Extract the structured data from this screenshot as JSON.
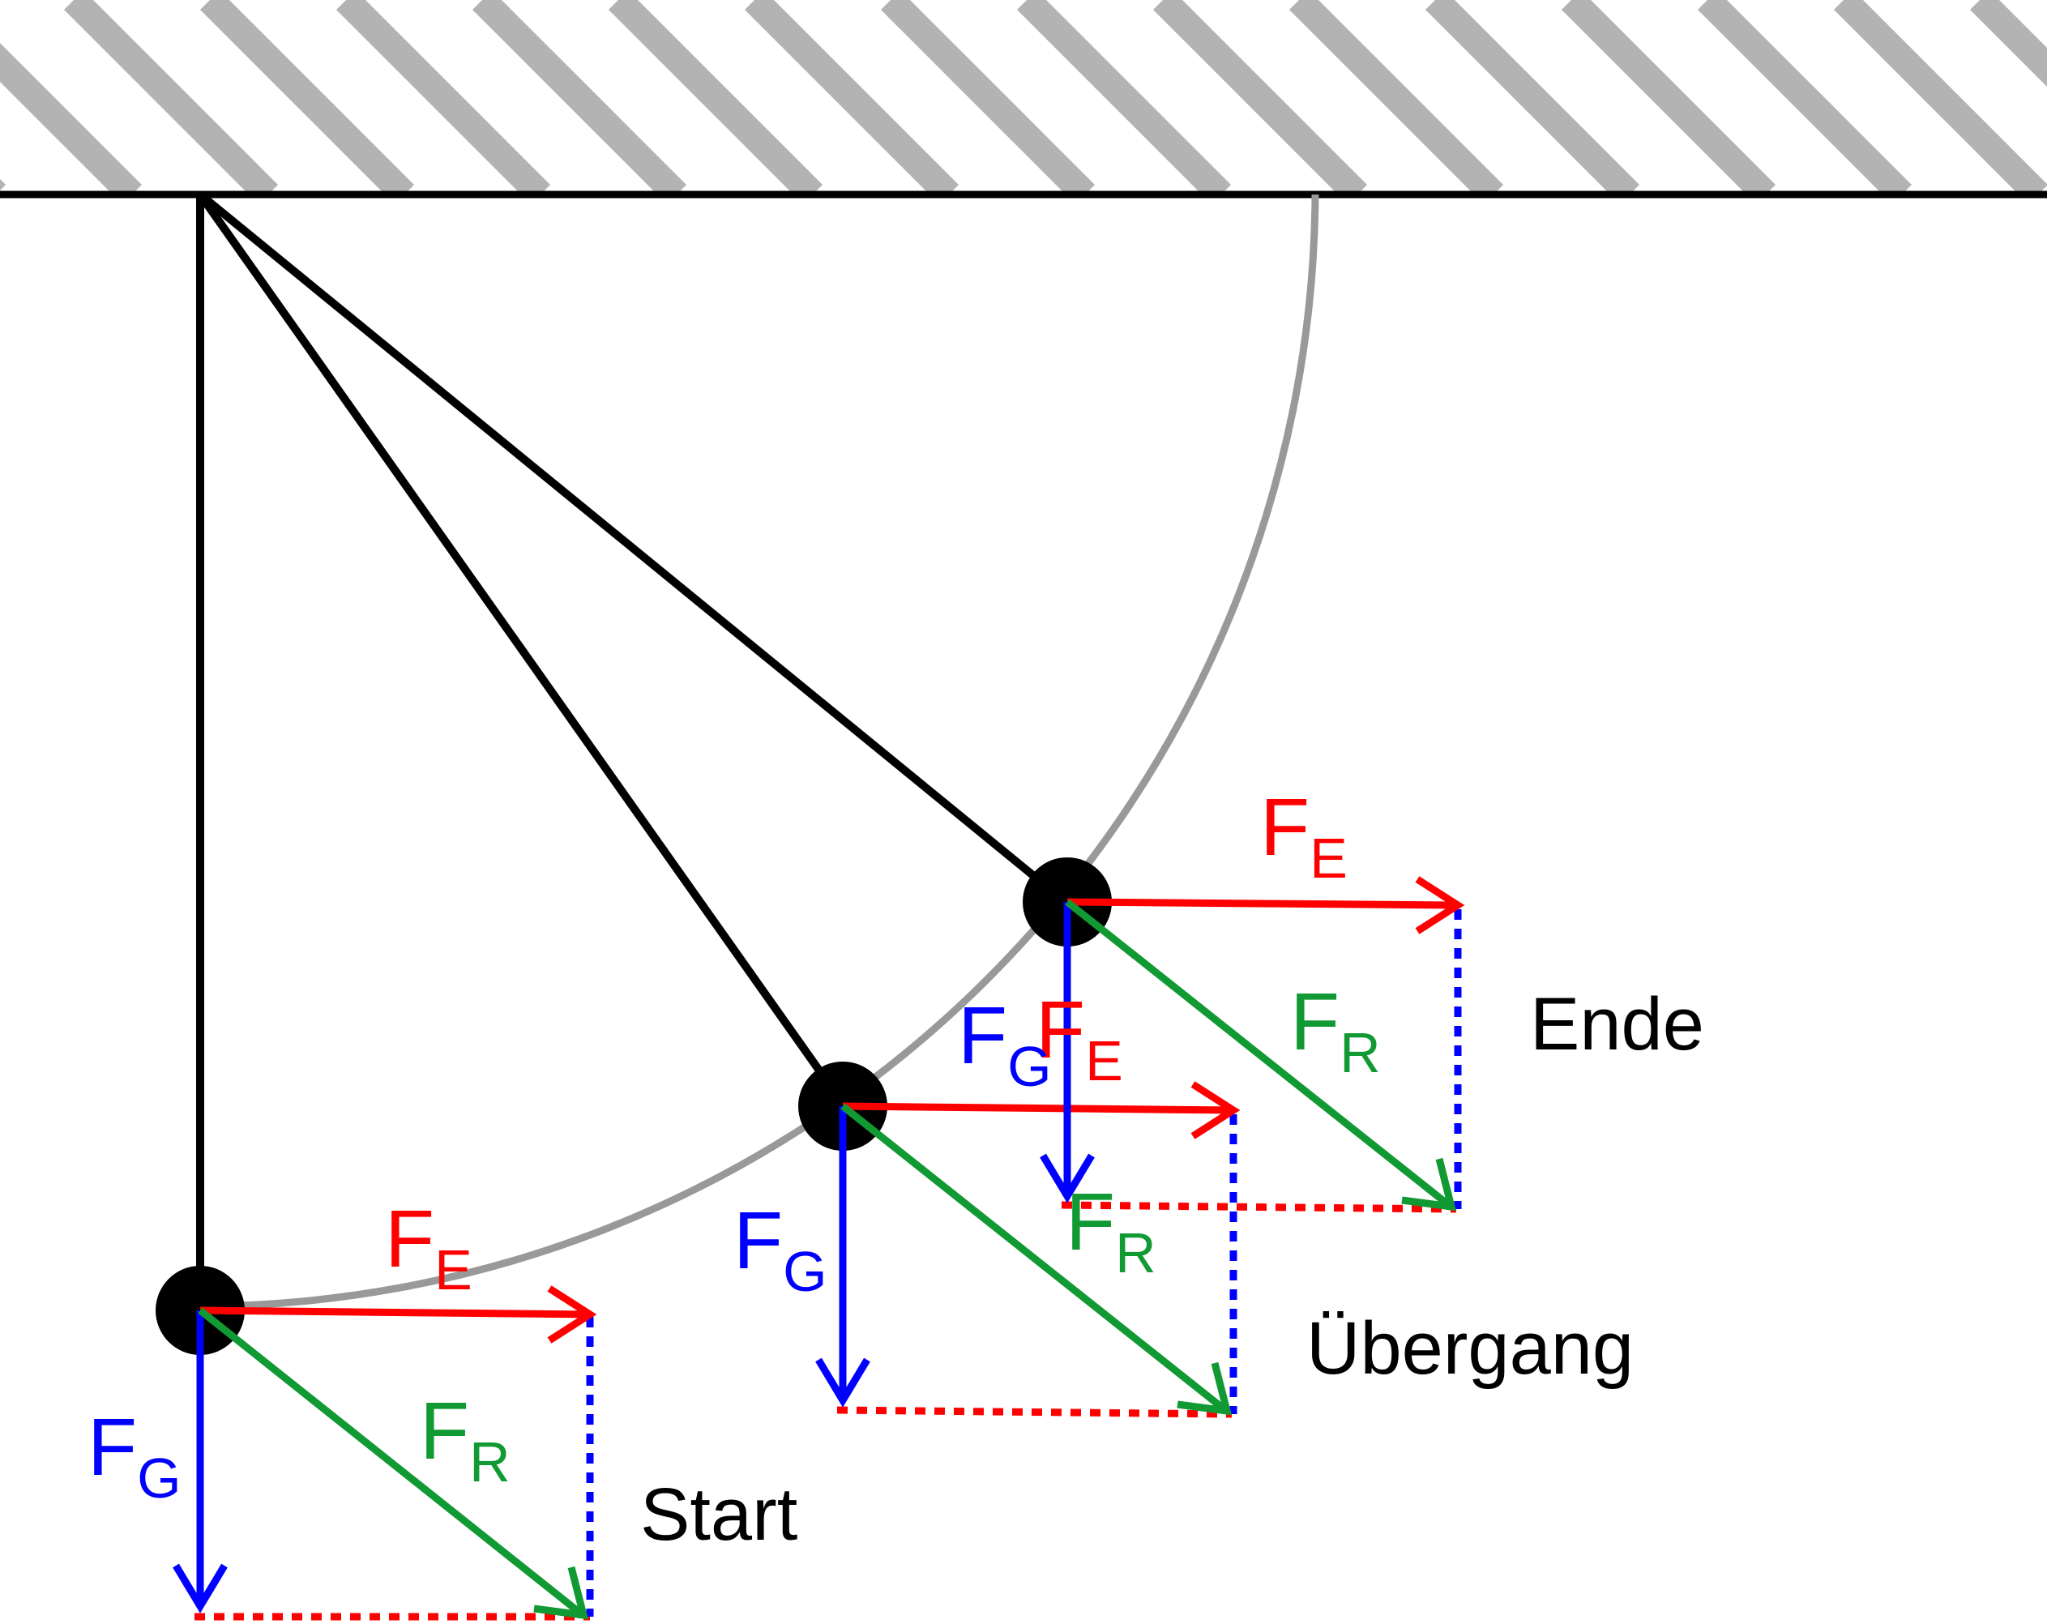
{
  "colors": {
    "hatch": "#b3b3b3",
    "ceiling": "#000000",
    "arc": "#999999",
    "string": "#000000",
    "bob": "#000000",
    "gravity": "#0000ff",
    "electric": "#ff0000",
    "resultant": "#119933",
    "label_text": "#000000"
  },
  "force_labels": {
    "gravity": {
      "main": "F",
      "sub": "G"
    },
    "electric": {
      "main": "F",
      "sub": "E"
    },
    "resultant": {
      "main": "F",
      "sub": "R"
    }
  },
  "states": [
    {
      "id": "start",
      "label": "Start"
    },
    {
      "id": "uebergang",
      "label": "Übergang"
    },
    {
      "id": "ende",
      "label": "Ende"
    }
  ]
}
